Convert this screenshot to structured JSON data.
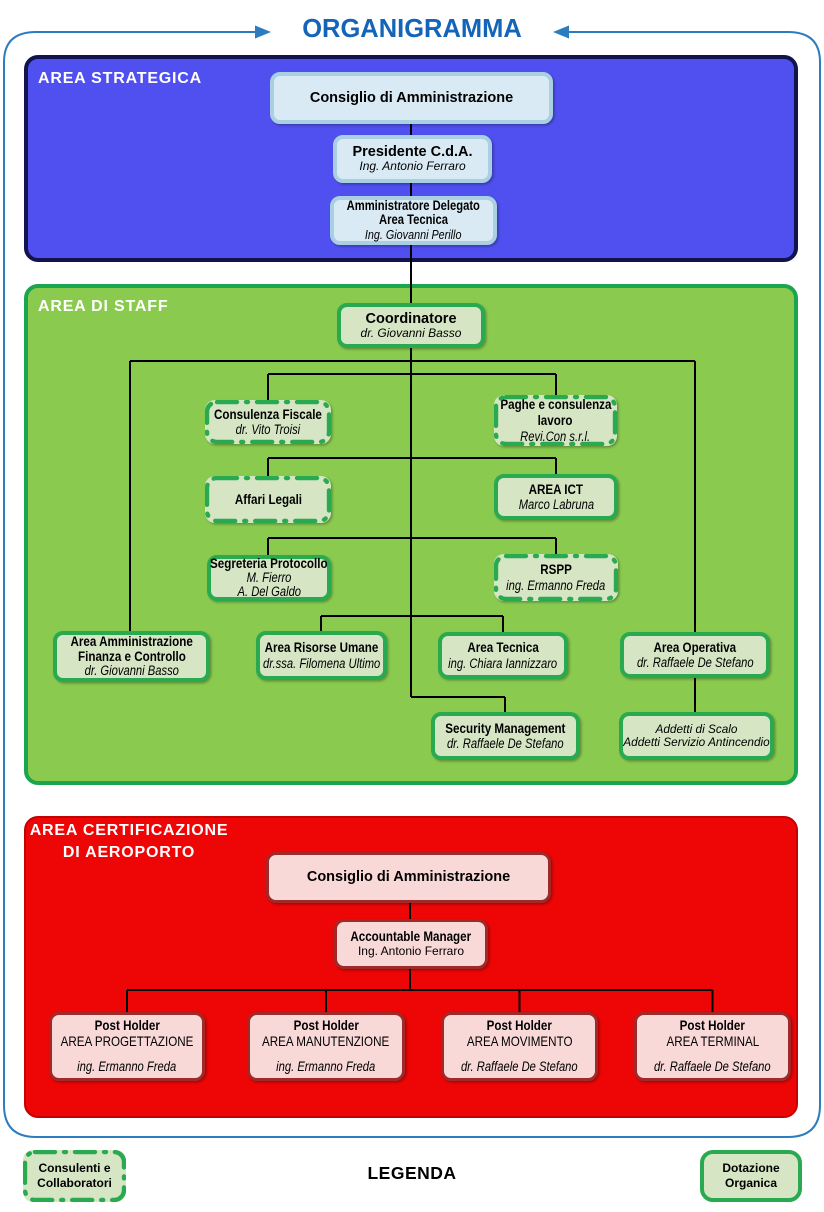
{
  "title": "ORGANIGRAMMA",
  "area_strategica": {
    "label": "AREA STRATEGICA",
    "consiglio": {
      "title": "Consiglio di Amministrazione"
    },
    "presidente": {
      "title": "Presidente C.d.A.",
      "name": "Ing. Antonio Ferraro"
    },
    "amministratore_delegato": {
      "title": "Amministratore Delegato",
      "title2": "Area Tecnica",
      "name": "Ing. Giovanni Perillo"
    }
  },
  "area_staff": {
    "label": "AREA DI STAFF",
    "coordinatore": {
      "title": "Coordinatore",
      "name": "dr. Giovanni Basso"
    },
    "consulenza_fiscale": {
      "title": "Consulenza Fiscale",
      "name": "dr. Vito Troisi"
    },
    "paghe_consulenza_lavoro": {
      "title": "Paghe e consulenza",
      "title2": "lavoro",
      "name": "Revi.Con s.r.l."
    },
    "affari_legali": {
      "title": "Affari Legali"
    },
    "area_ict": {
      "title": "AREA ICT",
      "name": "Marco Labruna"
    },
    "segreteria_protocollo": {
      "title": "Segreteria Protocollo",
      "name": "M. Fierro",
      "name2": "A. Del Galdo"
    },
    "rspp": {
      "title": "RSPP",
      "name": "ing. Ermanno Freda"
    },
    "area_amministrazione": {
      "title": "Area Amministrazione",
      "title2": "Finanza e Controllo",
      "name": "dr. Giovanni Basso"
    },
    "area_risorse_umane": {
      "title": "Area Risorse Umane",
      "name": "dr.ssa. Filomena Ultimo"
    },
    "area_tecnica": {
      "title": "Area Tecnica",
      "name": "ing. Chiara Iannizzaro"
    },
    "area_operativa": {
      "title": "Area Operativa",
      "name": "dr. Raffaele De Stefano"
    },
    "security_management": {
      "title": "Security Management",
      "name": "dr. Raffaele De Stefano"
    },
    "addetti": {
      "line1": "Addetti di Scalo",
      "line2": "Addetti Servizio Antincendio"
    }
  },
  "area_certificazione": {
    "label_line1": "AREA CERTIFICAZIONE",
    "label_line2": "DI AEROPORTO",
    "consiglio": {
      "title": "Consiglio di Amministrazione"
    },
    "accountable_manager": {
      "title": "Accountable Manager",
      "name": "Ing. Antonio Ferraro"
    },
    "post_holders": [
      {
        "title": "Post Holder",
        "area": "AREA PROGETTAZIONE",
        "name": "ing. Ermanno Freda"
      },
      {
        "title": "Post Holder",
        "area": "AREA MANUTENZIONE",
        "name": "ing. Ermanno Freda"
      },
      {
        "title": "Post Holder",
        "area": "AREA MOVIMENTO",
        "name": "dr. Raffaele De Stefano"
      },
      {
        "title": "Post Holder",
        "area": "AREA TERMINAL",
        "name": "dr. Raffaele De Stefano"
      }
    ]
  },
  "legend": {
    "heading": "LEGENDA",
    "consultants": {
      "line1": "Consulenti e",
      "line2": "Collaboratori"
    },
    "staffing": {
      "line1": "Dotazione",
      "line2": "Organica"
    }
  },
  "colors": {
    "outer-border": "#2c7cc0",
    "title": "#1464b8",
    "area-strategica-fill": "#5050f0",
    "area-strategica-border": "#13134e",
    "strategica-box-fill": "#d9eaf4",
    "strategica-box-border": "#a9cfe2",
    "area-staff-fill": "#8acb4f",
    "area-staff-border": "#19a64f",
    "staff-box-fill": "#d6e6c4",
    "staff-box-border": "#29aa50",
    "area-certificazione-fill": "#ee0606",
    "area-certificazione-border": "#c40000",
    "certificazione-box-fill": "#f9d8d8",
    "certificazione-box-border": "#a02a2a",
    "connector": "#000000"
  }
}
